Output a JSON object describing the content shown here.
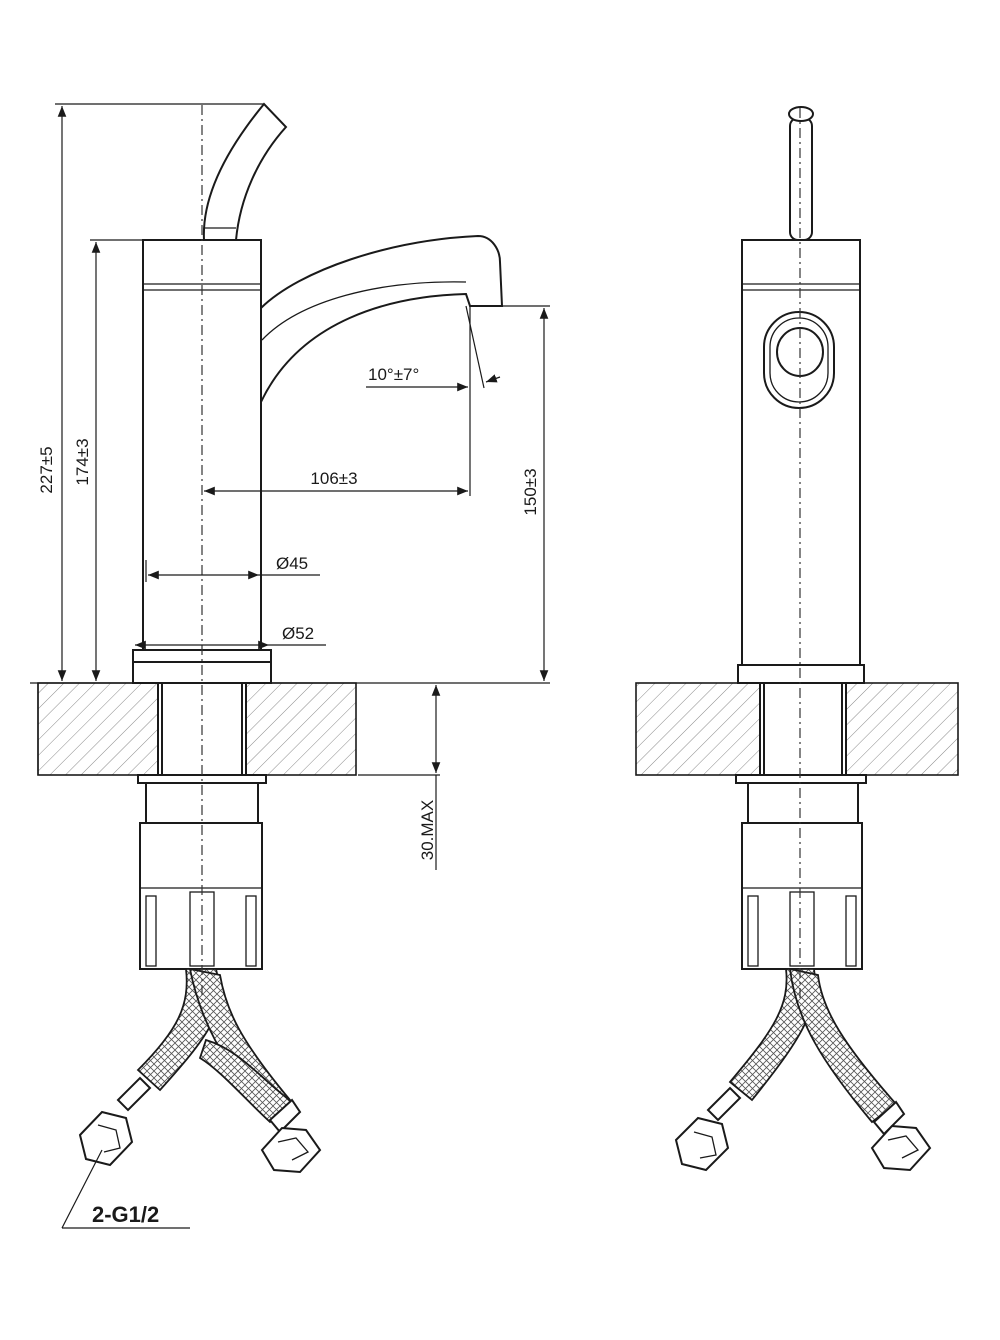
{
  "dimensions": {
    "total_height": "227±5",
    "body_height": "174±3",
    "spout_height": "150±3",
    "spout_reach": "106±3",
    "spout_angle": "10°±7°",
    "body_diameter": "Ø45",
    "base_diameter": "Ø52",
    "counter_thickness": "30.MAX"
  },
  "connection_label": "2-G1/2",
  "views": [
    "side-view",
    "front-view"
  ]
}
